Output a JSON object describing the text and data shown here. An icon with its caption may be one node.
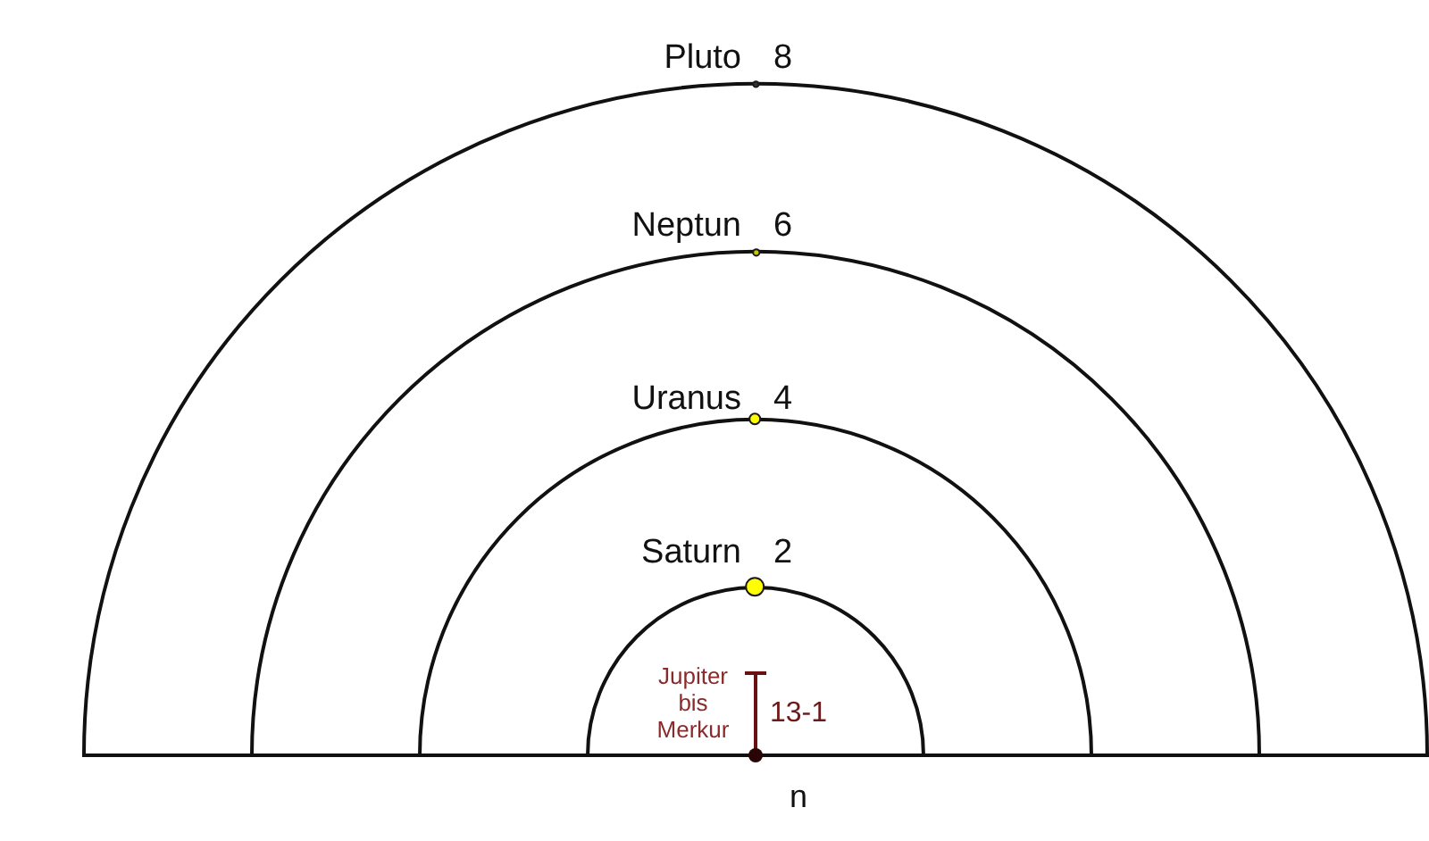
{
  "diagram": {
    "nodes": [
      {
        "text": [
          "Pluto",
          "8"
        ]
      },
      {
        "text": [
          "Neptun",
          "6"
        ],
        "in": 0
      },
      {
        "text": [
          "Uranus",
          "4"
        ],
        "in": 1
      },
      {
        "text": [
          "Saturn",
          "2"
        ],
        "in": 2
      }
    ],
    "labels": [
      "Jupiter bis Merkur",
      "13-1",
      "n"
    ]
  }
}
